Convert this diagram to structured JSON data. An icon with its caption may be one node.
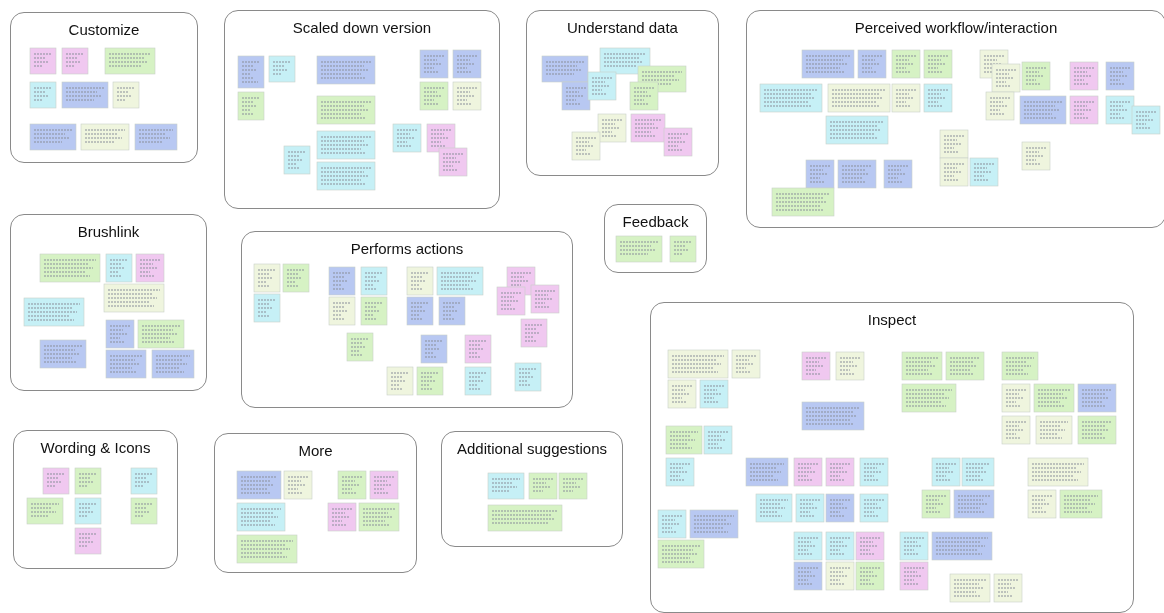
{
  "diagram": {
    "nodes": [
      {
        "text": [
          "Customize"
        ]
      },
      {
        "text": [
          "Scaled down version"
        ]
      },
      {
        "text": [
          "Understand data"
        ]
      },
      {
        "text": [
          "Perceived workflow/interaction"
        ]
      },
      {
        "text": [
          "Brushlink"
        ]
      },
      {
        "text": [
          "Performs actions"
        ]
      },
      {
        "text": [
          "Feedback"
        ]
      },
      {
        "text": [
          "Inspect"
        ]
      },
      {
        "text": [
          "Wording & Icons"
        ]
      },
      {
        "text": [
          "More"
        ]
      },
      {
        "text": [
          "Additional suggestions"
        ]
      }
    ],
    "edges": []
  }
}
